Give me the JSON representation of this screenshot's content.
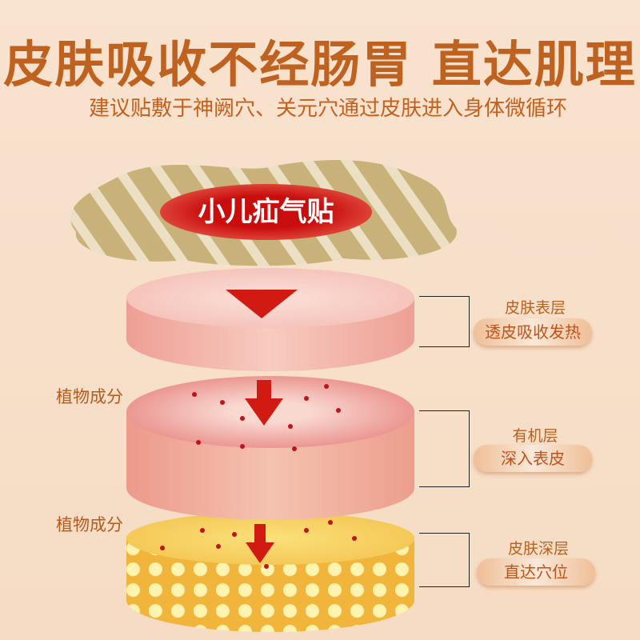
{
  "header": {
    "title": "皮肤吸收不经肠胃 直达肌理",
    "subtitle": "建议贴敷于神阙穴、关元穴通过皮肤进入身体微循环"
  },
  "patch": {
    "label": "小儿疝气贴"
  },
  "left_labels": [
    "植物成分",
    "植物成分"
  ],
  "layers": [
    {
      "name": "皮肤表层",
      "pill": "透皮吸收发热"
    },
    {
      "name": "有机层",
      "pill": "深入表皮"
    },
    {
      "name": "皮肤深层",
      "pill": "直达穴位"
    }
  ],
  "colors": {
    "title": "#c0621f",
    "arrow": "#d11a12",
    "patch_label_bg": "#c90d0d"
  }
}
